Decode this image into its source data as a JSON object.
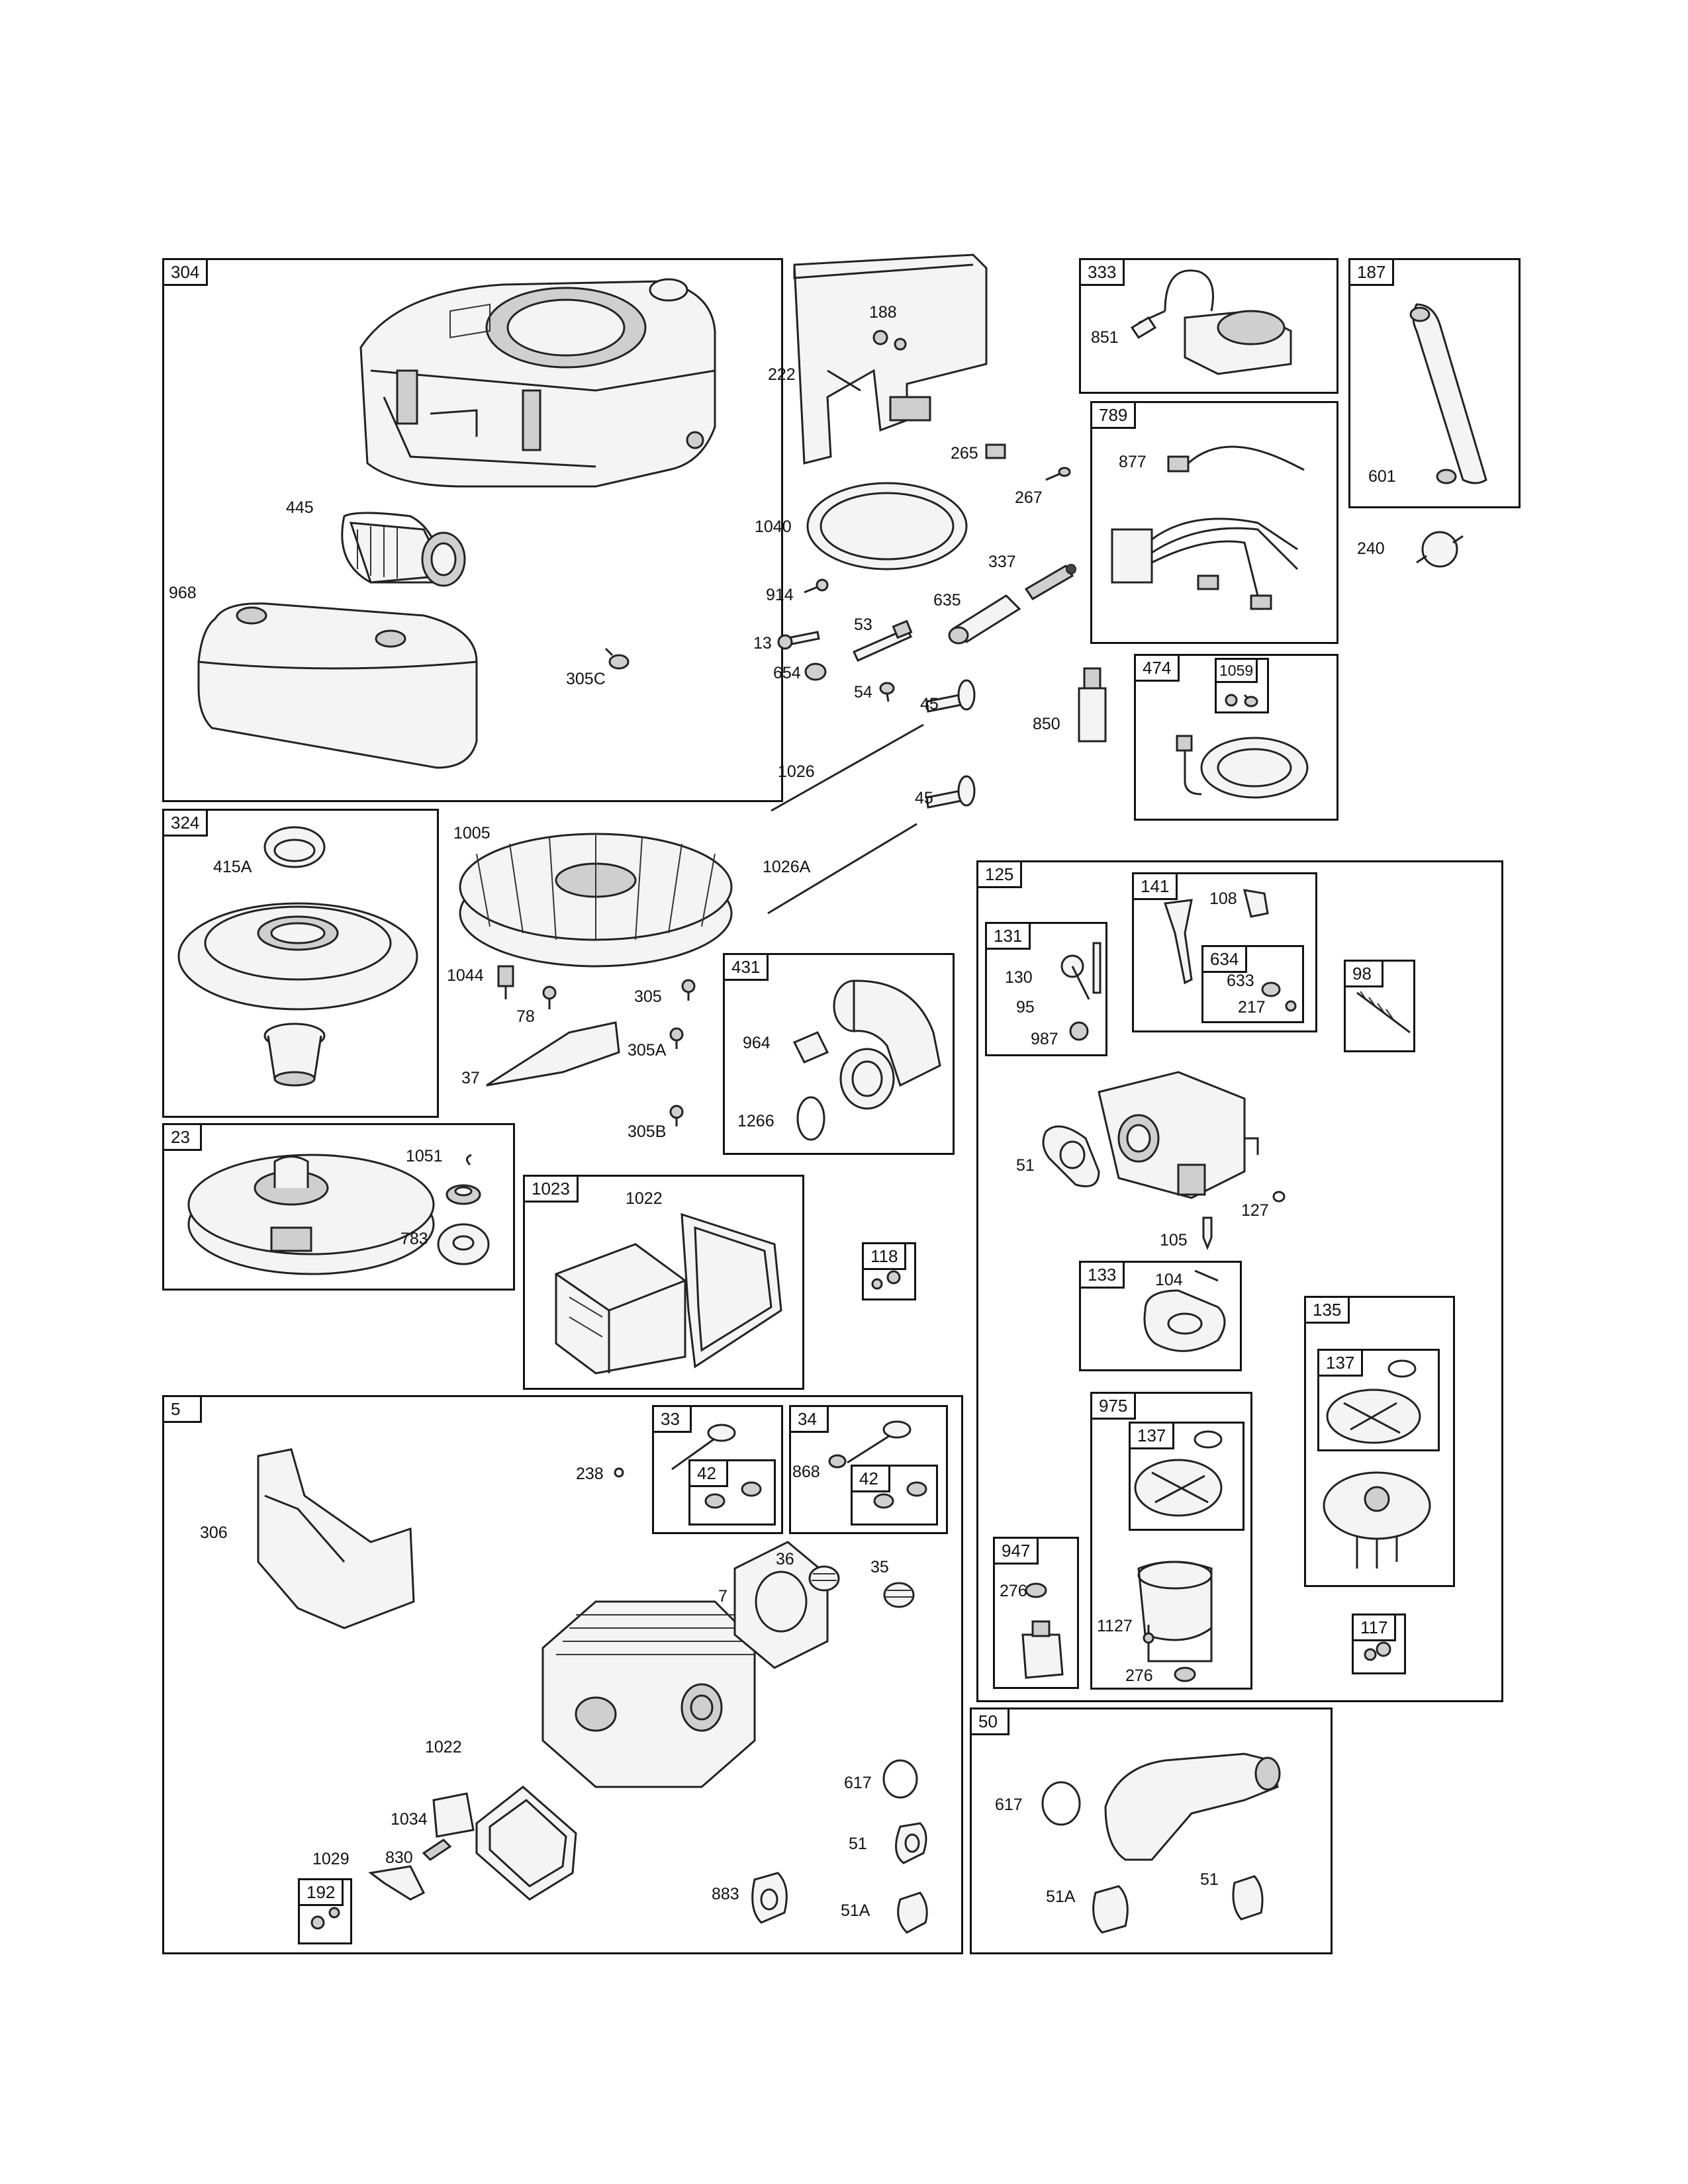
{
  "groups": [
    {
      "id": "304",
      "label": "304"
    },
    {
      "id": "333",
      "label": "333"
    },
    {
      "id": "187",
      "label": "187"
    },
    {
      "id": "789",
      "label": "789"
    },
    {
      "id": "474",
      "label": "474"
    },
    {
      "id": "1059",
      "label": "1059"
    },
    {
      "id": "324",
      "label": "324"
    },
    {
      "id": "125",
      "label": "125"
    },
    {
      "id": "131",
      "label": "131"
    },
    {
      "id": "141",
      "label": "141"
    },
    {
      "id": "634",
      "label": "634"
    },
    {
      "id": "98",
      "label": "98"
    },
    {
      "id": "431",
      "label": "431"
    },
    {
      "id": "23",
      "label": "23"
    },
    {
      "id": "1023",
      "label": "1023"
    },
    {
      "id": "118",
      "label": "118"
    },
    {
      "id": "133",
      "label": "133"
    },
    {
      "id": "135",
      "label": "135"
    },
    {
      "id": "137a",
      "label": "137"
    },
    {
      "id": "5",
      "label": "5"
    },
    {
      "id": "33",
      "label": "33"
    },
    {
      "id": "42a",
      "label": "42"
    },
    {
      "id": "34",
      "label": "34"
    },
    {
      "id": "42b",
      "label": "42"
    },
    {
      "id": "975",
      "label": "975"
    },
    {
      "id": "137b",
      "label": "137"
    },
    {
      "id": "947",
      "label": "947"
    },
    {
      "id": "117",
      "label": "117"
    },
    {
      "id": "50",
      "label": "50"
    },
    {
      "id": "192",
      "label": "192"
    }
  ],
  "callouts": [
    {
      "id": "c445",
      "text": "445"
    },
    {
      "id": "c968",
      "text": "968"
    },
    {
      "id": "c305C",
      "text": "305C"
    },
    {
      "id": "c188",
      "text": "188"
    },
    {
      "id": "c222",
      "text": "222"
    },
    {
      "id": "c265",
      "text": "265"
    },
    {
      "id": "c267",
      "text": "267"
    },
    {
      "id": "c1040",
      "text": "1040"
    },
    {
      "id": "c337",
      "text": "337"
    },
    {
      "id": "c914",
      "text": "914"
    },
    {
      "id": "c635",
      "text": "635"
    },
    {
      "id": "c53",
      "text": "53"
    },
    {
      "id": "c13",
      "text": "13"
    },
    {
      "id": "c654",
      "text": "654"
    },
    {
      "id": "c54",
      "text": "54"
    },
    {
      "id": "c45a",
      "text": "45"
    },
    {
      "id": "c850",
      "text": "850"
    },
    {
      "id": "c1026",
      "text": "1026"
    },
    {
      "id": "c45b",
      "text": "45"
    },
    {
      "id": "c1026A",
      "text": "1026A"
    },
    {
      "id": "c851",
      "text": "851"
    },
    {
      "id": "c877",
      "text": "877"
    },
    {
      "id": "c601",
      "text": "601"
    },
    {
      "id": "c240",
      "text": "240"
    },
    {
      "id": "c415A",
      "text": "415A"
    },
    {
      "id": "c1005",
      "text": "1005"
    },
    {
      "id": "c1044",
      "text": "1044"
    },
    {
      "id": "c78",
      "text": "78"
    },
    {
      "id": "c305",
      "text": "305"
    },
    {
      "id": "c305A",
      "text": "305A"
    },
    {
      "id": "c37",
      "text": "37"
    },
    {
      "id": "c305B",
      "text": "305B"
    },
    {
      "id": "c964",
      "text": "964"
    },
    {
      "id": "c1266",
      "text": "1266"
    },
    {
      "id": "c108",
      "text": "108"
    },
    {
      "id": "c130",
      "text": "130"
    },
    {
      "id": "c95",
      "text": "95"
    },
    {
      "id": "c987",
      "text": "987"
    },
    {
      "id": "c633",
      "text": "633"
    },
    {
      "id": "c217",
      "text": "217"
    },
    {
      "id": "c51a",
      "text": "51"
    },
    {
      "id": "c105",
      "text": "105"
    },
    {
      "id": "c127",
      "text": "127"
    },
    {
      "id": "c104",
      "text": "104"
    },
    {
      "id": "c1051",
      "text": "1051"
    },
    {
      "id": "c783",
      "text": "783"
    },
    {
      "id": "c1022a",
      "text": "1022"
    },
    {
      "id": "c238",
      "text": "238"
    },
    {
      "id": "c868",
      "text": "868"
    },
    {
      "id": "c306",
      "text": "306"
    },
    {
      "id": "c36",
      "text": "36"
    },
    {
      "id": "c35",
      "text": "35"
    },
    {
      "id": "c7",
      "text": "7"
    },
    {
      "id": "c276a",
      "text": "276"
    },
    {
      "id": "c1127",
      "text": "1127"
    },
    {
      "id": "c276b",
      "text": "276"
    },
    {
      "id": "c1022b",
      "text": "1022"
    },
    {
      "id": "c1034",
      "text": "1034"
    },
    {
      "id": "c1029",
      "text": "1029"
    },
    {
      "id": "c830",
      "text": "830"
    },
    {
      "id": "c617a",
      "text": "617"
    },
    {
      "id": "c51b",
      "text": "51"
    },
    {
      "id": "c883",
      "text": "883"
    },
    {
      "id": "c51Aa",
      "text": "51A"
    },
    {
      "id": "c617b",
      "text": "617"
    },
    {
      "id": "c51Ab",
      "text": "51A"
    },
    {
      "id": "c51c",
      "text": "51"
    }
  ]
}
